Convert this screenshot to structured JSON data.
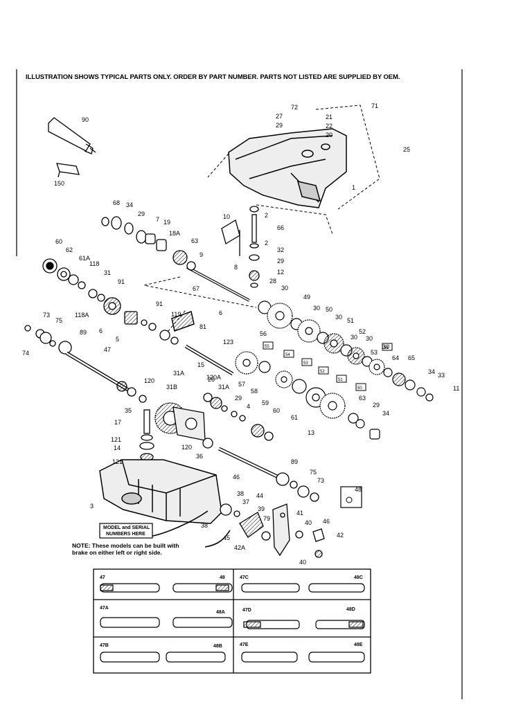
{
  "header": {
    "notice": "ILLUSTRATION SHOWS TYPICAL PARTS ONLY. ORDER BY PART NUMBER. PARTS NOT LISTED ARE SUPPLIED BY OEM."
  },
  "labels": [
    "90",
    "150",
    "72",
    "71",
    "27",
    "29",
    "21",
    "22",
    "20",
    "25",
    "1",
    "68",
    "34",
    "29",
    "7",
    "19",
    "18A",
    "10",
    "2",
    "66",
    "2",
    "32",
    "29",
    "12",
    "28",
    "60",
    "62",
    "61A",
    "118",
    "31",
    "91",
    "73",
    "75",
    "118A",
    "6",
    "5",
    "91",
    "119",
    "81",
    "74",
    "89",
    "47",
    "6",
    "63",
    "9",
    "8",
    "67",
    "30",
    "49",
    "30",
    "50",
    "30",
    "51",
    "30",
    "52",
    "30",
    "53",
    "30",
    "64",
    "65",
    "34",
    "33",
    "11",
    "56",
    "57",
    "58",
    "59",
    "60",
    "61",
    "13",
    "31A",
    "26",
    "29",
    "4",
    "123",
    "15",
    "31A",
    "120A",
    "120",
    "31B",
    "35",
    "17",
    "121",
    "14",
    "121",
    "3",
    "120",
    "36",
    "89",
    "75",
    "73",
    "46",
    "38",
    "37",
    "39",
    "79",
    "41",
    "44",
    "45",
    "42A",
    "40",
    "46",
    "42",
    "40",
    "48",
    "38",
    "63",
    "29",
    "34"
  ],
  "boxed_labels": [
    "55",
    "54",
    "53",
    "52",
    "51",
    "50",
    "54"
  ],
  "model_box": {
    "line1": "MODEL and SERIAL",
    "line2": "NUMBERS HERE"
  },
  "note": {
    "line1": "NOTE: These models can be built with",
    "line2": "brake on either left or right side."
  },
  "shaft_table": {
    "cells": [
      {
        "left": "47",
        "right": "48"
      },
      {
        "left": "47C",
        "right": "48C"
      },
      {
        "left": "47A",
        "right": "48A"
      },
      {
        "left": "47D",
        "right": "48D"
      },
      {
        "left": "47B",
        "right": "48B"
      },
      {
        "left": "47E",
        "right": "48E"
      }
    ]
  }
}
